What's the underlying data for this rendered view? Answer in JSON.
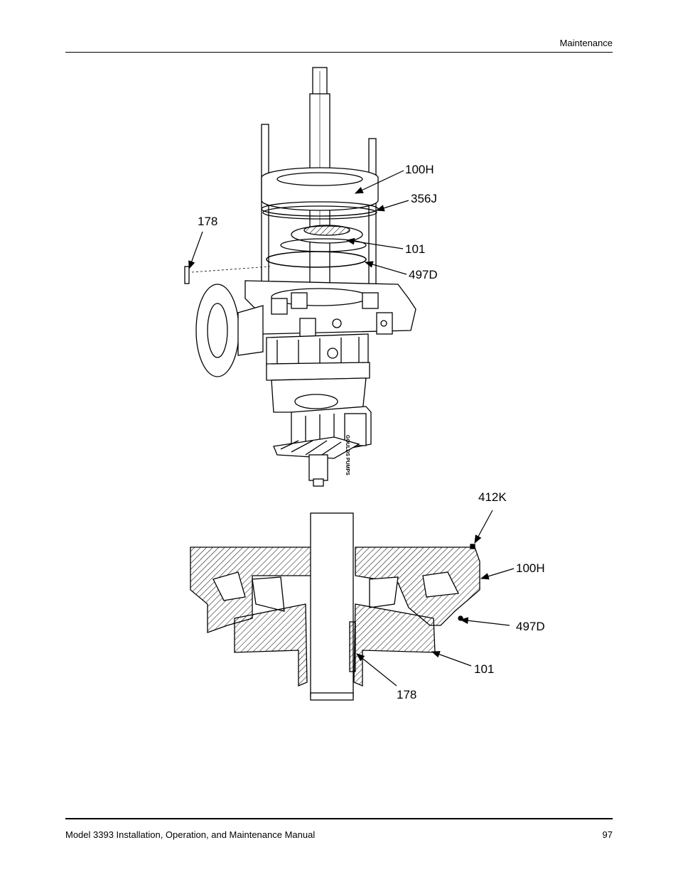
{
  "header": {
    "section": "Maintenance"
  },
  "footer": {
    "manual_title": "Model 3393 Installation, Operation, and Maintenance Manual",
    "page_number": "97"
  },
  "figure_top": {
    "callouts": [
      {
        "id": "100H",
        "label": "100H"
      },
      {
        "id": "356J",
        "label": "356J"
      },
      {
        "id": "178",
        "label": "178"
      },
      {
        "id": "101",
        "label": "101"
      },
      {
        "id": "497D",
        "label": "497D"
      }
    ],
    "casting_text": "GOULDS PUMPS"
  },
  "figure_bottom": {
    "callouts": [
      {
        "id": "412K",
        "label": "412K"
      },
      {
        "id": "100H",
        "label": "100H"
      },
      {
        "id": "497D",
        "label": "497D"
      },
      {
        "id": "101",
        "label": "101"
      },
      {
        "id": "178",
        "label": "178"
      }
    ]
  }
}
